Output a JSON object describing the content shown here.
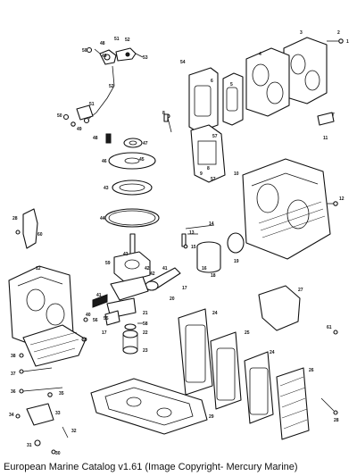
{
  "caption": "European Marine Catalog v1.61 (Image Copyright- Mercury Marine)",
  "callouts": {
    "c_48": "48",
    "c_51": "51",
    "c_52": "52",
    "c_53": "53",
    "c_50": "50",
    "c_49": "49",
    "c_54": "54",
    "c_3": "3",
    "c_4": "4",
    "c_5": "5",
    "c_1": "1",
    "c_2": "2",
    "c_6": "6",
    "c_7": "7",
    "c_8": "8",
    "c_10": "10",
    "c_11": "11",
    "c_12": "12",
    "c_13": "13",
    "c_14": "14",
    "c_15": "15",
    "c_16": "16",
    "c_17": "17",
    "c_18": "18",
    "c_19": "19",
    "c_20": "20",
    "c_21": "21",
    "c_22": "22",
    "c_23": "23",
    "c_24": "24",
    "c_25": "25",
    "c_26": "26",
    "c_27": "27",
    "c_28": "28",
    "c_29": "29",
    "c_30": "30",
    "c_31": "31",
    "c_32": "32",
    "c_33": "33",
    "c_34": "34",
    "c_35": "35",
    "c_36": "36",
    "c_37": "37",
    "c_38": "38",
    "c_39": "39",
    "c_40": "40",
    "c_41": "41",
    "c_42": "42",
    "c_43": "43",
    "c_44": "44",
    "c_45": "45",
    "c_46": "46",
    "c_47": "47",
    "c_55": "55",
    "c_56": "56",
    "c_57": "57",
    "c_58": "58",
    "c_59": "59",
    "c_60": "60",
    "c_61": "61",
    "c_9": "9"
  }
}
